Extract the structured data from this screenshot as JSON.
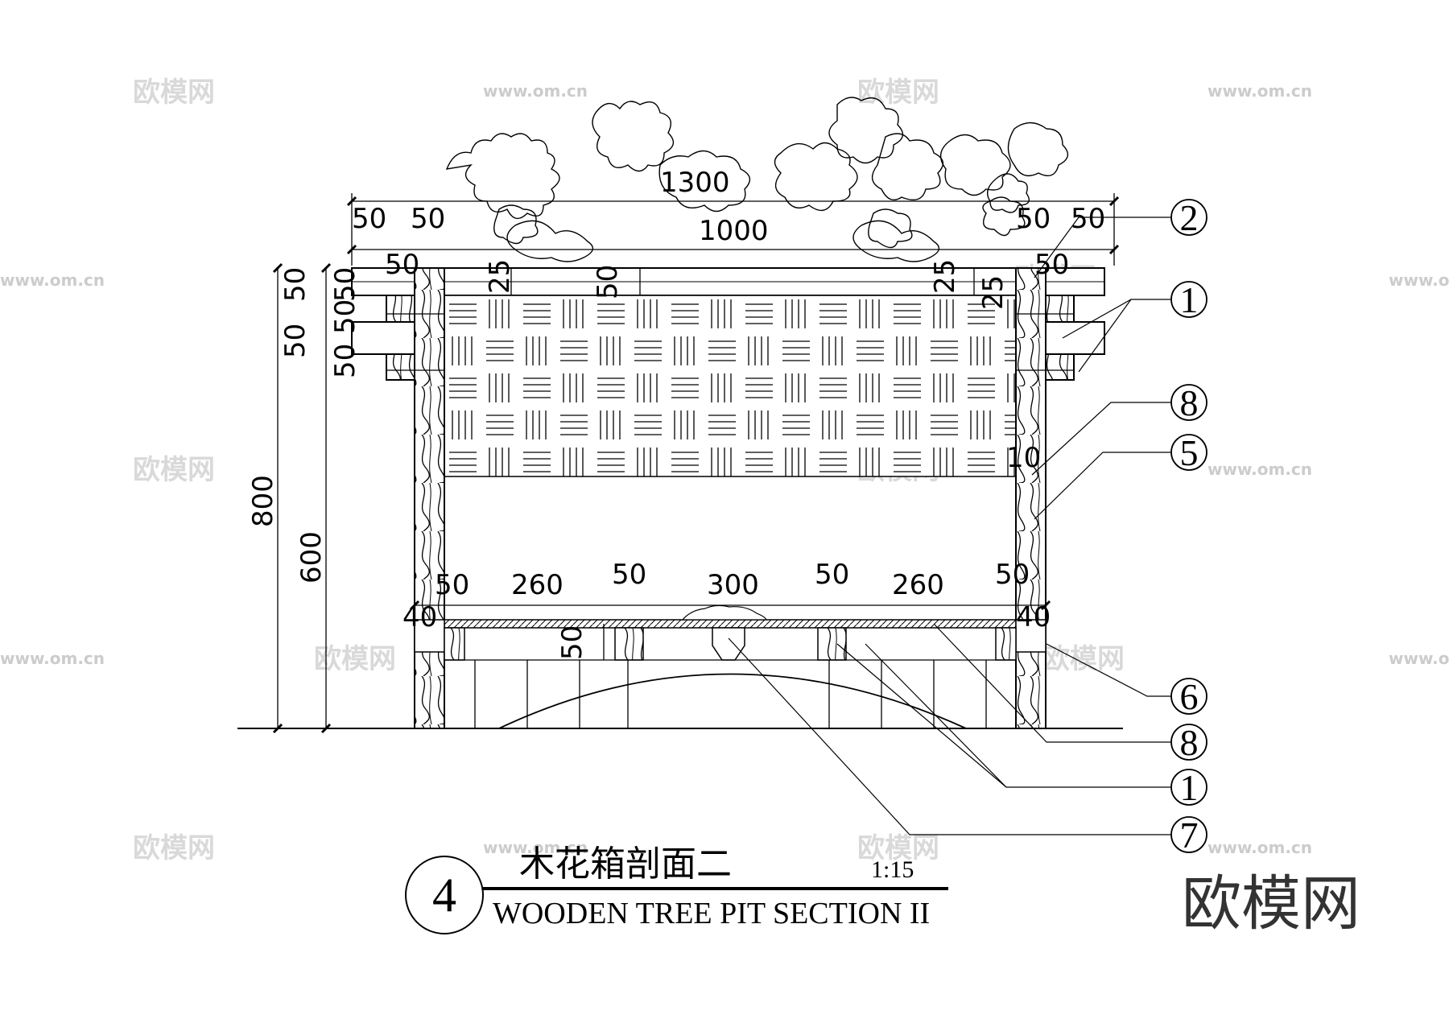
{
  "drawing": {
    "title_cn": "木花箱剖面二",
    "title_en": "WOODEN TREE PIT SECTION II",
    "scale": "1:15",
    "number": "4"
  },
  "dimensions": {
    "overall_top": "1300",
    "inner_top": "1000",
    "top_left_a": "50",
    "top_left_b": "50",
    "top_right_a": "50",
    "top_right_b": "50",
    "row2_left": "50",
    "row2_right": "50",
    "v_25_left": "25",
    "v_50_center": "50",
    "v_25_right": "25",
    "v_25_right2": "25",
    "left_stack": [
      "50",
      "50",
      "50",
      "50",
      "50"
    ],
    "height_total": "800",
    "height_inner": "600",
    "wall_10": "10",
    "bottom_row": [
      "50",
      "260",
      "50",
      "300",
      "50",
      "260",
      "50"
    ],
    "bottom_40_left": "40",
    "bottom_40_right": "40",
    "support_50": "50"
  },
  "callouts": [
    "2",
    "1",
    "8",
    "5",
    "6",
    "8",
    "1",
    "7"
  ],
  "watermark": {
    "cn": "欧模网",
    "url": "www.om.cn"
  },
  "brand": "欧模网"
}
